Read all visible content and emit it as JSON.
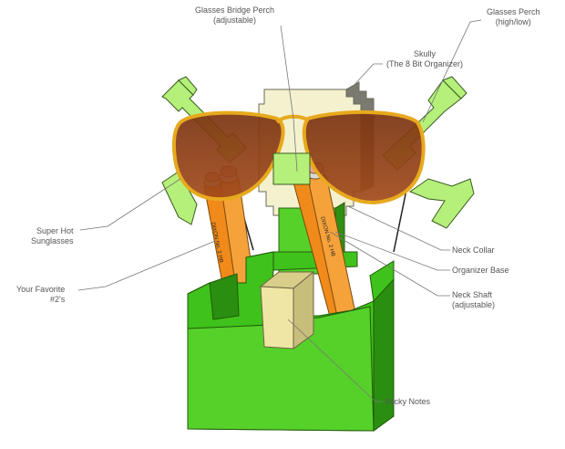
{
  "labels": {
    "bridge_perch": {
      "line1": "Glasses Bridge Perch",
      "line2": "(adjustable)"
    },
    "glasses_perch": {
      "line1": "Glasses Perch",
      "line2": "(high/low)"
    },
    "skully": {
      "line1": "Skully",
      "line2": "(The 8 Bit Organizer)"
    },
    "sunglasses": {
      "line1": "Super Hot",
      "line2": "Sunglasses"
    },
    "pencils": {
      "line1": "Your Favorite",
      "line2": "#2's"
    },
    "neck_collar": {
      "line1": "Neck Collar"
    },
    "organizer_base": {
      "line1": "Organizer Base"
    },
    "neck_shaft": {
      "line1": "Neck Shaft",
      "line2": "(adjustable)"
    },
    "sticky_notes": {
      "line1": "Sticky Notes"
    }
  },
  "pencil_print": "DIXON No. 2 HB",
  "colors": {
    "base_green": "#3fc21b",
    "bone_green": "#b4f07a",
    "skull_cream": "#f4f1cf",
    "lens_brown": "#8b3a12",
    "frame_gold": "#e7a91d",
    "pencil_orange": "#f08a1a",
    "eraser_pink": "#f0a0a0",
    "sticky_cream": "#efe6a6"
  }
}
